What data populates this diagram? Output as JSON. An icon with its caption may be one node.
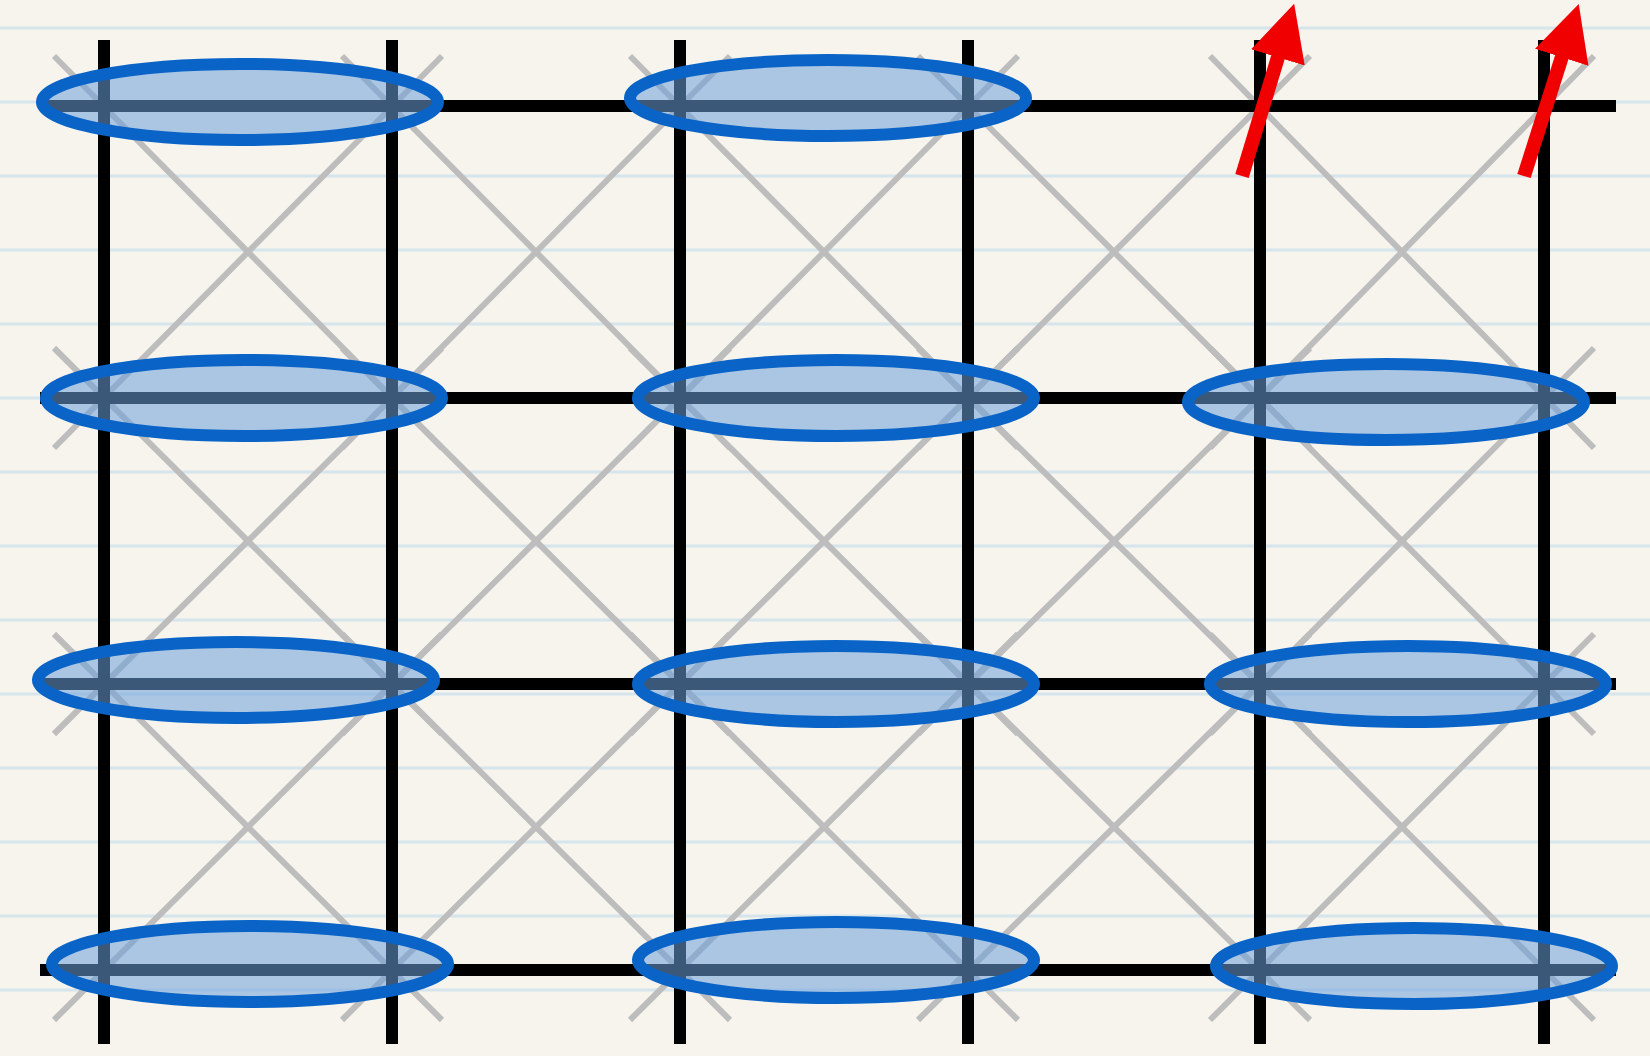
{
  "diagram": {
    "nodes": [
      {
        "text": [],
        "shape": "ellipse"
      },
      {
        "text": [],
        "shape": "ellipse"
      },
      {
        "text": [],
        "shape": "ellipse"
      },
      {
        "text": [],
        "shape": "ellipse"
      },
      {
        "text": [],
        "shape": "ellipse"
      },
      {
        "text": [],
        "shape": "ellipse"
      },
      {
        "text": [],
        "shape": "ellipse"
      },
      {
        "text": [],
        "shape": "ellipse"
      },
      {
        "text": [],
        "shape": "ellipse"
      },
      {
        "text": [],
        "shape": "ellipse"
      },
      {
        "text": [],
        "shape": "ellipse"
      }
    ]
  }
}
